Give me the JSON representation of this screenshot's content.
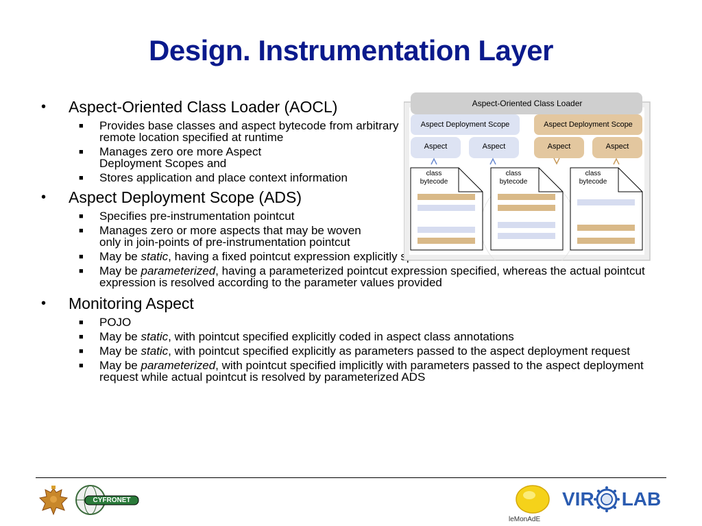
{
  "slide": {
    "title": "Design. Instrumentation Layer"
  },
  "bullets": {
    "aocl": {
      "label": "Aspect-Oriented Class Loader (AOCL)",
      "items": [
        "Provides base classes and aspect bytecode from arbitrary remote location specified at runtime",
        "Manages zero ore more Aspect Deployment Scopes and",
        "Stores application and place context information"
      ]
    },
    "ads": {
      "label": "Aspect Deployment Scope (ADS)",
      "items": [
        "Specifies pre-instrumentation pointcut",
        "Manages zero or more aspects that may be woven only in join-points of pre-instrumentation pointcut"
      ],
      "static_pre": "May be ",
      "static_em": "static",
      "static_post": ", having a fixed pointcut expression explicitly specified",
      "param_pre": "May be ",
      "param_em": "parameterized",
      "param_post": ", having a parameterized pointcut expression specified, whereas the actual pointcut expression is resolved according to the parameter values provided"
    },
    "monitoring": {
      "label": "Monitoring Aspect",
      "pojo": "POJO",
      "item2_pre": "May be ",
      "item2_em": "static",
      "item2_post": ", with pointcut specified explicitly coded in aspect class annotations",
      "item3_pre": "May be ",
      "item3_em": "static",
      "item3_post": ", with pointcut specified explicitly as parameters passed to the aspect deployment request",
      "item4_pre": "May be ",
      "item4_em": "parameterized",
      "item4_post": ", with pointcut specified implicitly with parameters passed to the aspect deployment request while actual pointcut is resolved by parameterized ADS"
    }
  },
  "diagram": {
    "header": "Aspect-Oriented Class Loader",
    "scope_left": "Aspect Deployment Scope",
    "scope_right": "Aspect Deployment Scope",
    "aspects": [
      "Aspect",
      "Aspect",
      "Aspect",
      "Aspect"
    ],
    "doc_label_line1": "class",
    "doc_label_line2": "bytecode",
    "colors": {
      "blue_box": "#dde3f3",
      "tan_box": "#e3c79f",
      "tan_stripe": "#d9b988",
      "blue_stripe": "#d6dcf0",
      "header": "#cfcfcf"
    }
  },
  "footer": {
    "virolab_left": "VIR",
    "virolab_right": "LAB",
    "lemonade": "leMonAdE",
    "cyfronet": "CYFRONET"
  }
}
